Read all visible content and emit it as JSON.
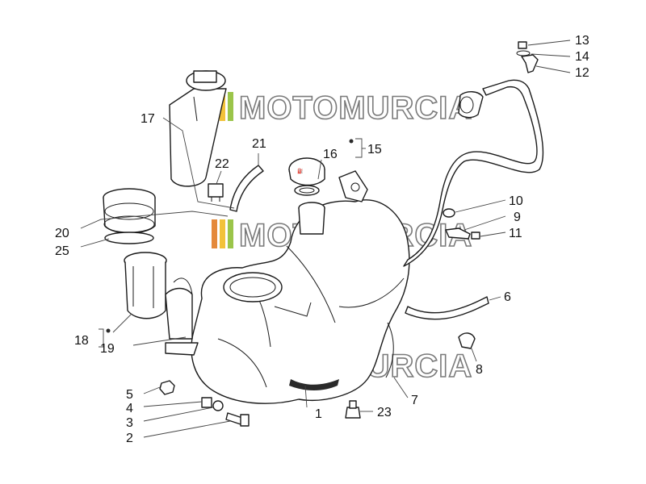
{
  "watermark": {
    "text": "MOTOMURCIA",
    "stripe_colors": [
      "#e4893a",
      "#f2c23a",
      "#9bc54a"
    ],
    "outline_color": "#7a7a7a"
  },
  "callouts": {
    "c1": "1",
    "c2": "2",
    "c3": "3",
    "c4": "4",
    "c5": "5",
    "c6": "6",
    "c7": "7",
    "c8": "8",
    "c9": "9",
    "c10": "10",
    "c11": "11",
    "c12": "12",
    "c13": "13",
    "c14": "14",
    "c15": "15",
    "c16": "16",
    "c17": "17",
    "c18": "18",
    "c19": "19",
    "c20": "20",
    "c21": "21",
    "c22": "22",
    "c23": "23",
    "c25": "25"
  },
  "icons": {
    "fuel_cap_emblem": "gasoline-cap-icon"
  }
}
